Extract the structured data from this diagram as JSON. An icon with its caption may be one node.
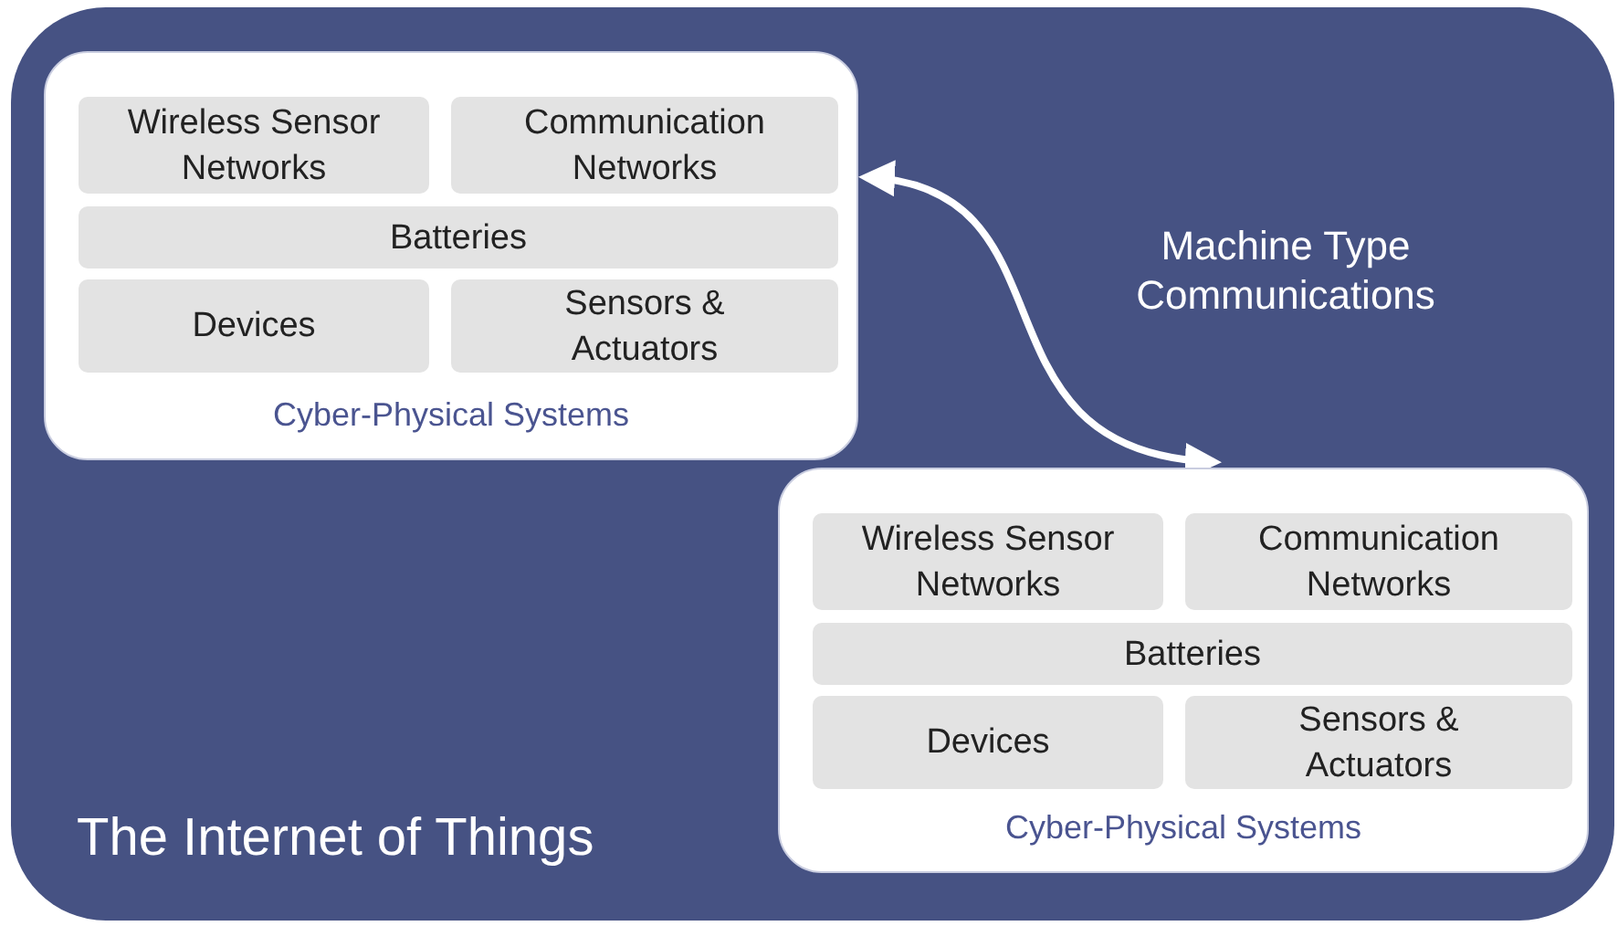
{
  "diagram": {
    "nodes": [
      {
        "text": [
          "The Internet of Things"
        ]
      },
      {
        "text": [
          "Cyber-Physical Systems"
        ],
        "in": 0
      },
      {
        "text": [
          "Wireless Sensor Networks"
        ],
        "in": 1
      },
      {
        "text": [
          "Communication Networks"
        ],
        "in": 1
      },
      {
        "text": [
          "Batteries"
        ],
        "in": 1
      },
      {
        "text": [
          "Devices"
        ],
        "in": 1
      },
      {
        "text": [
          "Sensors & Actuators"
        ],
        "in": 1
      },
      {
        "text": [
          "Cyber-Physical Systems"
        ],
        "in": 0
      },
      {
        "text": [
          "Wireless Sensor Networks"
        ],
        "in": 7
      },
      {
        "text": [
          "Communication Networks"
        ],
        "in": 7
      },
      {
        "text": [
          "Batteries"
        ],
        "in": 7
      },
      {
        "text": [
          "Devices"
        ],
        "in": 7
      },
      {
        "text": [
          "Sensors & Actuators"
        ],
        "in": 7
      }
    ],
    "edges": [
      {
        "from": 1,
        "to": 7,
        "arrow": "both",
        "label": "Machine Type Communications"
      }
    ]
  }
}
